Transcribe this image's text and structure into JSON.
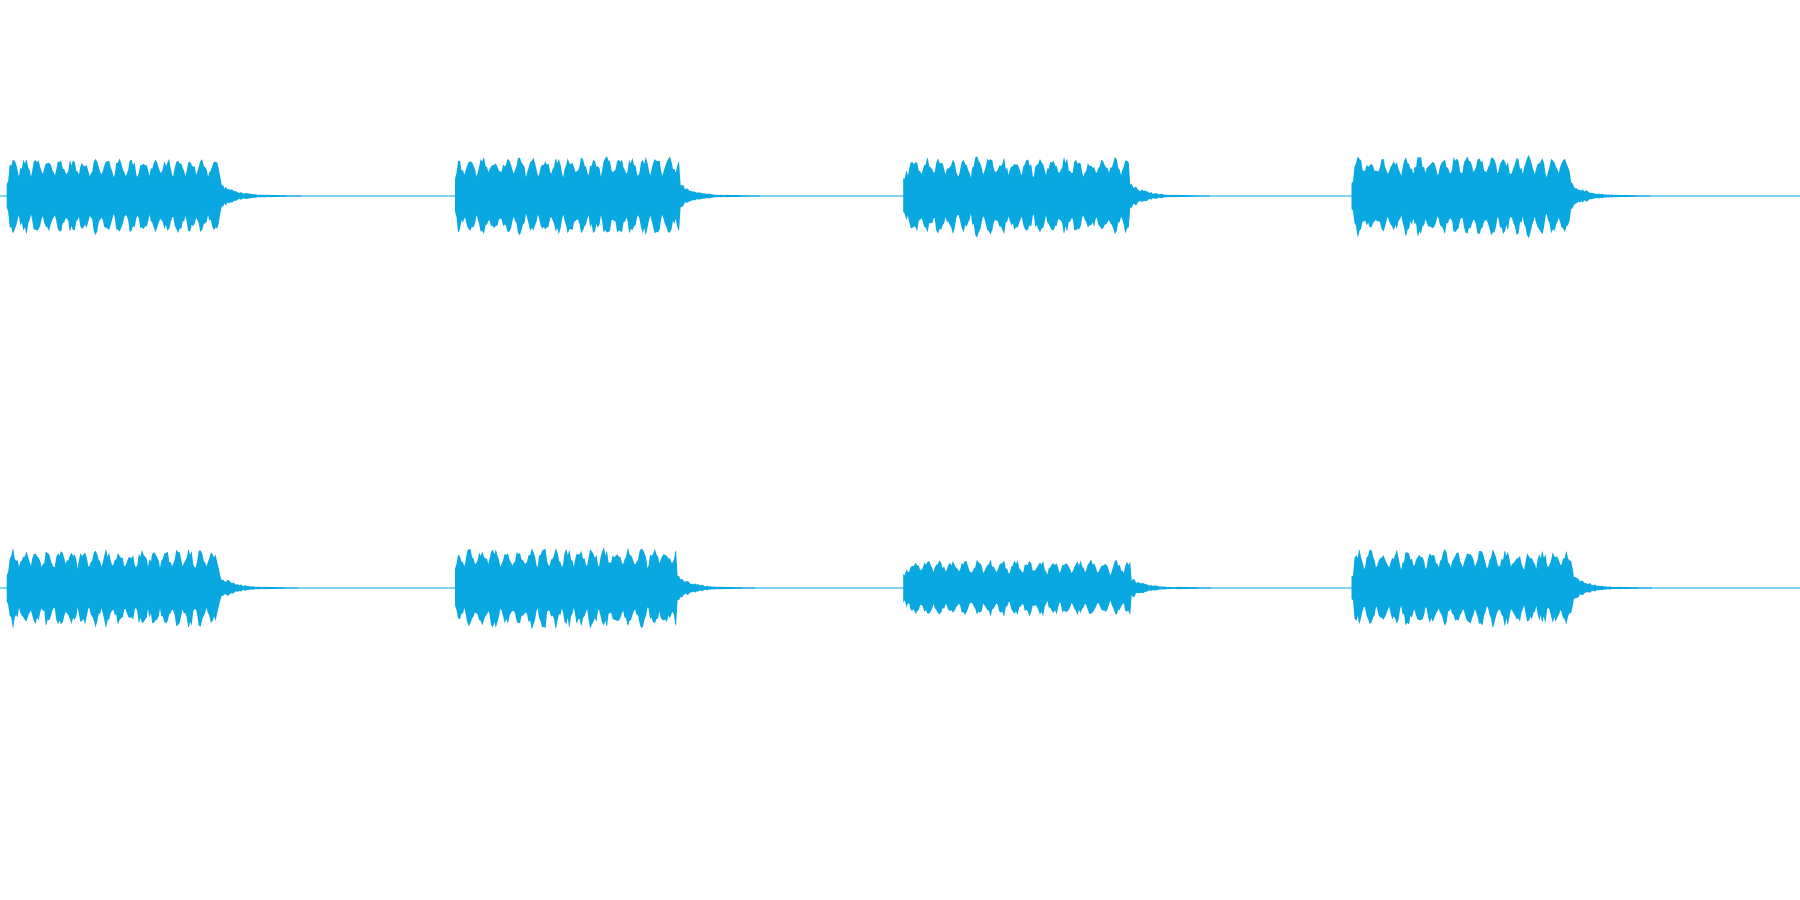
{
  "colors": {
    "waveform": "#0aa8e0",
    "background": "#ffffff"
  },
  "chart_data": {
    "type": "area",
    "title": "",
    "xlabel": "",
    "ylabel": "",
    "ylim": [
      -1,
      1
    ],
    "grid": false,
    "legend": "none",
    "channels": [
      {
        "channel": "left",
        "segments": [
          {
            "start": 0.0,
            "end": 0.119,
            "peak": 0.44
          },
          {
            "start": 0.25,
            "end": 0.375,
            "peak": 0.45
          },
          {
            "start": 0.5,
            "end": 0.626,
            "peak": 0.45
          },
          {
            "start": 0.75,
            "end": 0.872,
            "peak": 0.46
          }
        ],
        "tail_length": 0.045
      },
      {
        "channel": "right",
        "segments": [
          {
            "start": 0.0,
            "end": 0.118,
            "peak": 0.45
          },
          {
            "start": 0.25,
            "end": 0.373,
            "peak": 0.47
          },
          {
            "start": 0.5,
            "end": 0.627,
            "peak": 0.32
          },
          {
            "start": 0.75,
            "end": 0.873,
            "peak": 0.44
          }
        ],
        "tail_length": 0.045
      }
    ]
  }
}
